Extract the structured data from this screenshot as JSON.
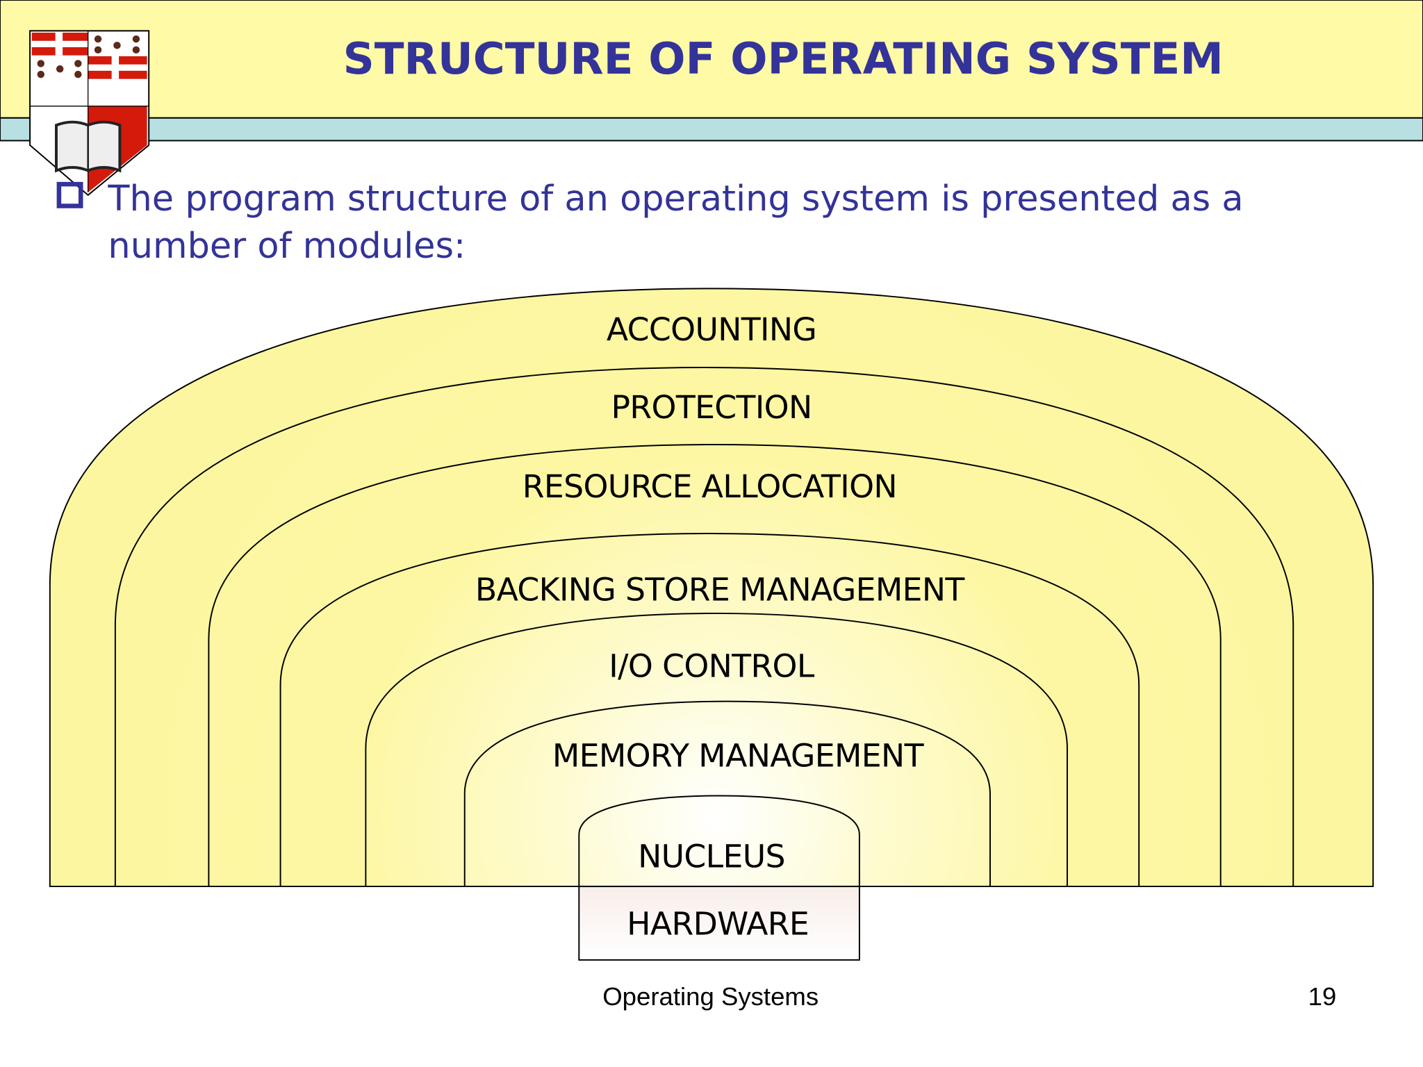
{
  "slide": {
    "title": "STRUCTURE OF  OPERATING SYSTEM",
    "bullet_line_1": "The program structure of an operating system is presented as a",
    "bullet_line_2": "number of modules:",
    "bullet_icon": "hollow-square-bullet",
    "logo": "university-crest-shield",
    "colors": {
      "header": "#fffaa6",
      "band": "#b8e0e3",
      "title": "#333399",
      "layer_fill": "#fdf7a0"
    }
  },
  "diagram": {
    "layers": [
      "ACCOUNTING",
      "PROTECTION",
      "RESOURCE ALLOCATION",
      "BACKING STORE MANAGEMENT",
      "I/O CONTROL",
      "MEMORY MANAGEMENT",
      "NUCLEUS"
    ],
    "base": "HARDWARE"
  },
  "footer": {
    "course": "Operating Systems",
    "page_number": "19"
  }
}
